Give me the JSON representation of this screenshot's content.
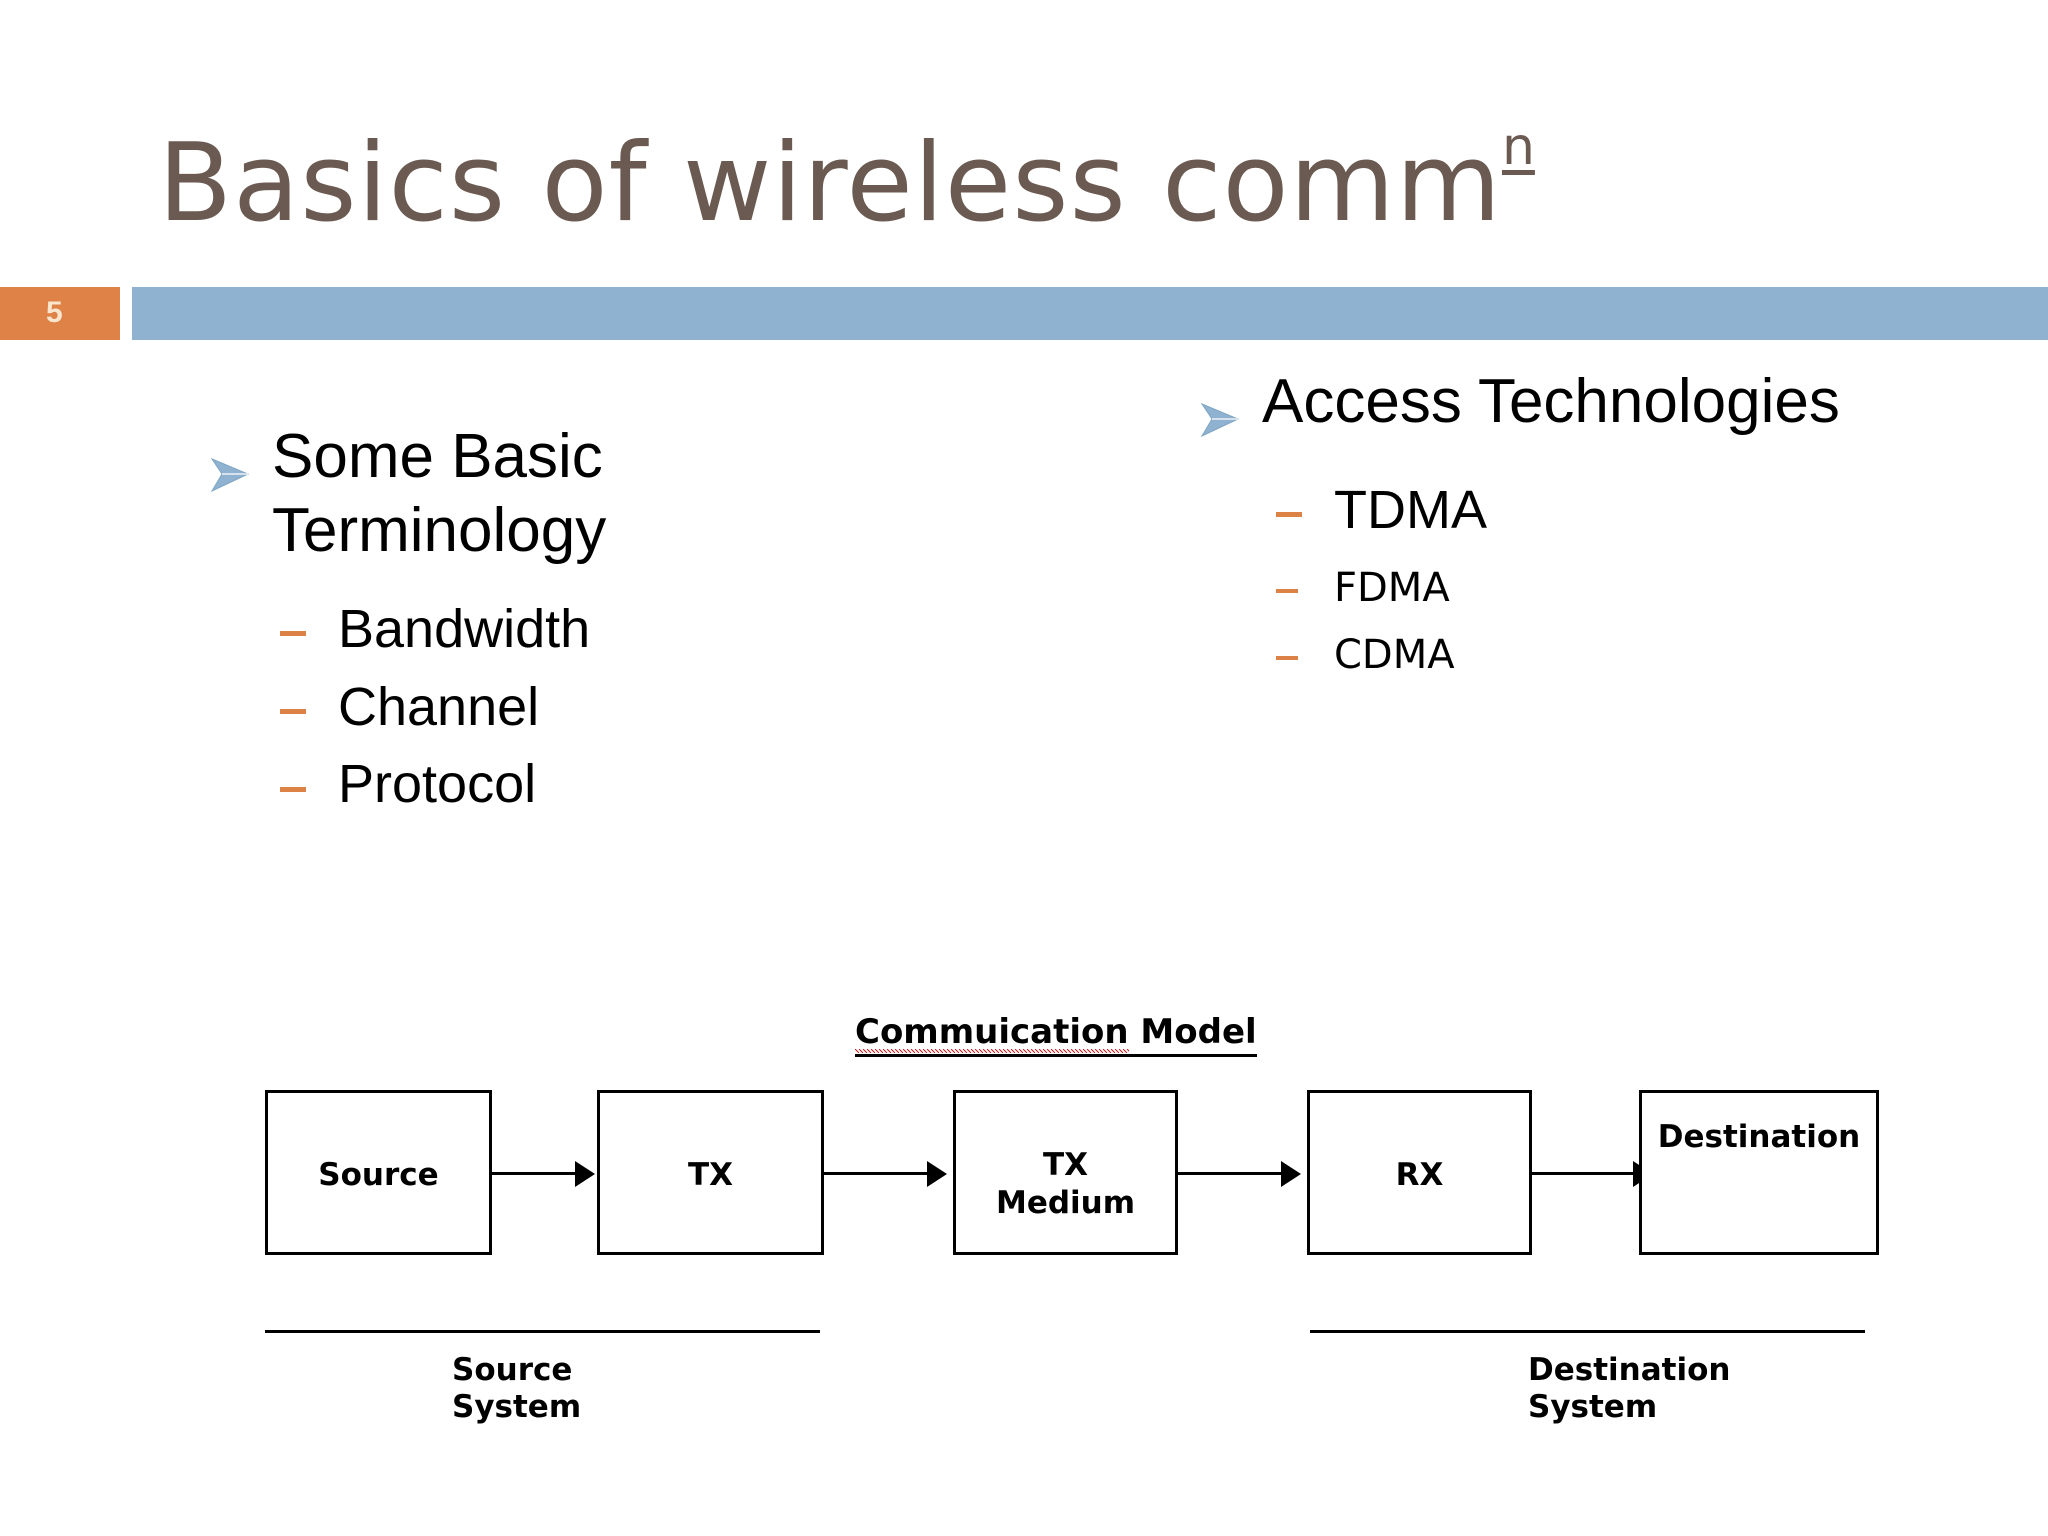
{
  "slide": {
    "title_main": "Basics of wireless comm",
    "title_superscript": "n",
    "page_number": "5",
    "accent_orange": "#DF8247",
    "accent_blue": "#8FB2D0",
    "title_color": "#6B5A52"
  },
  "columns": {
    "left": {
      "heading": "Some Basic Terminology",
      "items": [
        {
          "label": "Bandwidth",
          "size": "lg"
        },
        {
          "label": "Channel",
          "size": "lg"
        },
        {
          "label": "Protocol",
          "size": "lg"
        }
      ]
    },
    "right": {
      "heading": "Access Technologies",
      "items": [
        {
          "label": "TDMA",
          "size": "lg"
        },
        {
          "label": "FDMA",
          "size": "sm"
        },
        {
          "label": "CDMA",
          "size": "sm"
        }
      ]
    }
  },
  "diagram": {
    "title": "Commuication Model",
    "title_misspelled_part": "Commuication",
    "title_rest": " Model",
    "boxes": [
      {
        "label": "Source"
      },
      {
        "label": "TX"
      },
      {
        "label_line1": "TX",
        "label_line2": "Medium"
      },
      {
        "label": "RX"
      },
      {
        "label": "Destination"
      }
    ],
    "system_labels": [
      {
        "line1": "Source",
        "line2": "System"
      },
      {
        "line1": "Destination",
        "line2": "System"
      }
    ]
  }
}
